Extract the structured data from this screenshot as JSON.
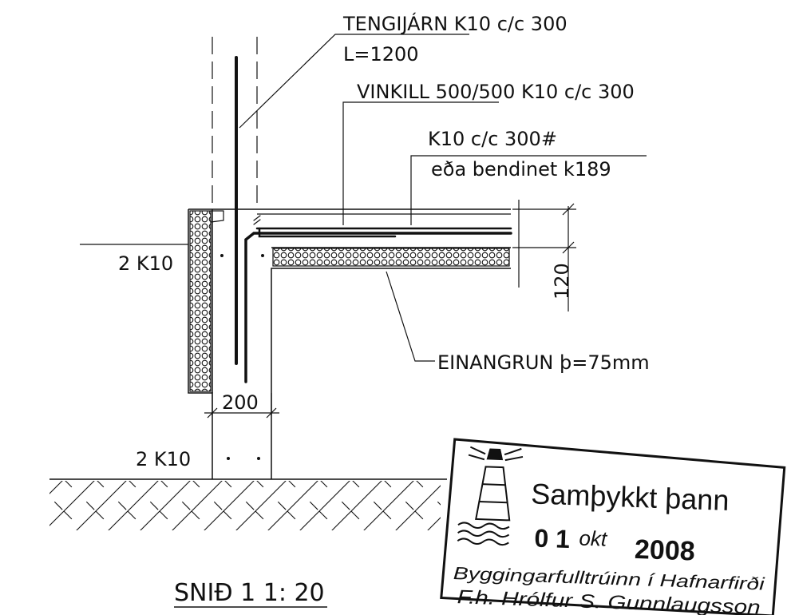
{
  "labels": {
    "tengijarn": "TENGIJÁRN K10 c/c 300",
    "tengijarn_length": "L=1200",
    "vinkill": "VINKILL 500/500 K10 c/c 300",
    "k10_mesh": "K10 c/c 300#",
    "bendinet": "eða bendinet k189",
    "rebar_left": "2 K10",
    "rebar_footing": "2 K10",
    "dim_slab": "120",
    "dim_wall": "200",
    "einangrun": "EINANGRUN þ=75mm",
    "section_title": "SNIÐ 1 1: 20"
  },
  "stamp": {
    "approved": "Samþykkt þann",
    "date_day": "0 1",
    "date_month": "okt",
    "date_year": "2008",
    "office": "Byggingarfulltrúinn í Hafnarfirði",
    "signature": "F.h. Hrólfur S. Gunnlaugsson",
    "icon": "lighthouse-icon"
  }
}
